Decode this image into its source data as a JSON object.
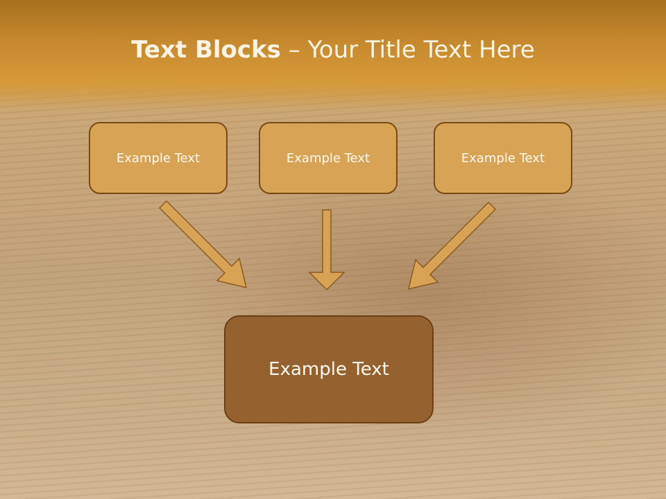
{
  "title": {
    "bold": "Text Blocks",
    "dash": " – ",
    "rest": "Your Title Text Here"
  },
  "boxes": {
    "left": "Example Text",
    "middle": "Example Text",
    "right": "Example Text",
    "center": "Example Text"
  },
  "colors": {
    "title_band": "#c88a2e",
    "small_box_fill": "#d9a356",
    "center_box_fill": "#95612f",
    "border": "#7a4a14",
    "arrow_fill": "#d9a356"
  }
}
